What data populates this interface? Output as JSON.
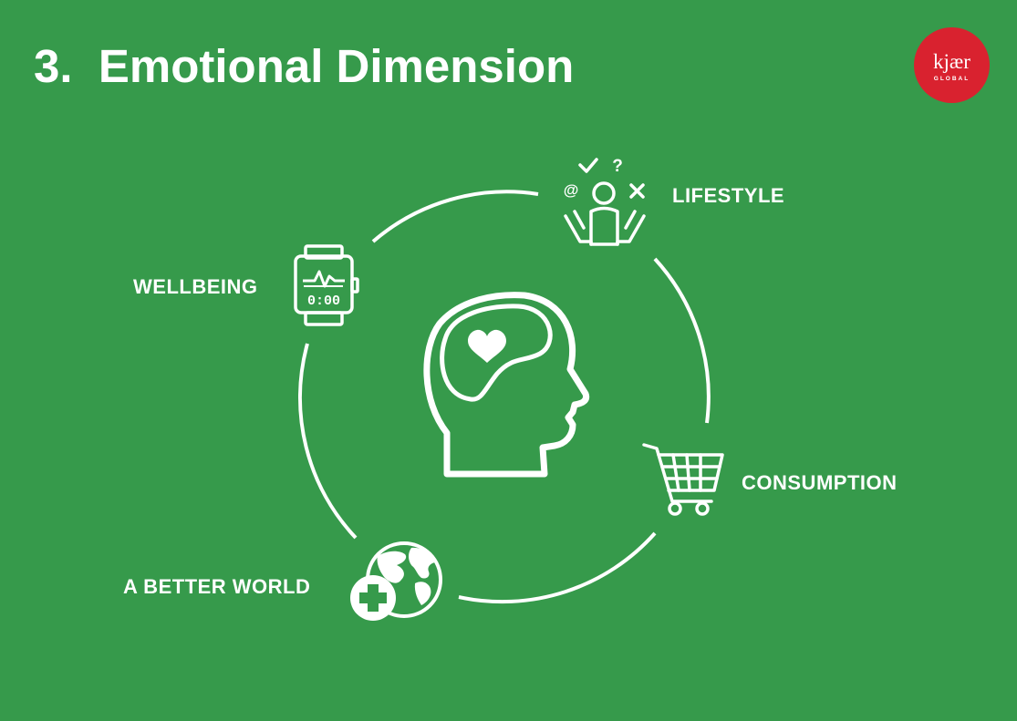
{
  "slide": {
    "title": "3.  Emotional Dimension"
  },
  "logo": {
    "name": "kjær",
    "subtitle": "GLOBAL",
    "color": "#d9222f"
  },
  "colors": {
    "background": "#369a4b",
    "foreground": "#ffffff"
  },
  "diagram": {
    "center_icon": "head-with-heart-icon",
    "segments": [
      {
        "label": "LIFESTYLE",
        "icon": "person-with-choices-icon"
      },
      {
        "label": "CONSUMPTION",
        "icon": "shopping-cart-icon"
      },
      {
        "label": "A BETTER WORLD",
        "icon": "globe-with-plus-icon"
      },
      {
        "label": "WELLBEING",
        "icon": "smartwatch-icon"
      }
    ],
    "watch_display": "0:00"
  }
}
